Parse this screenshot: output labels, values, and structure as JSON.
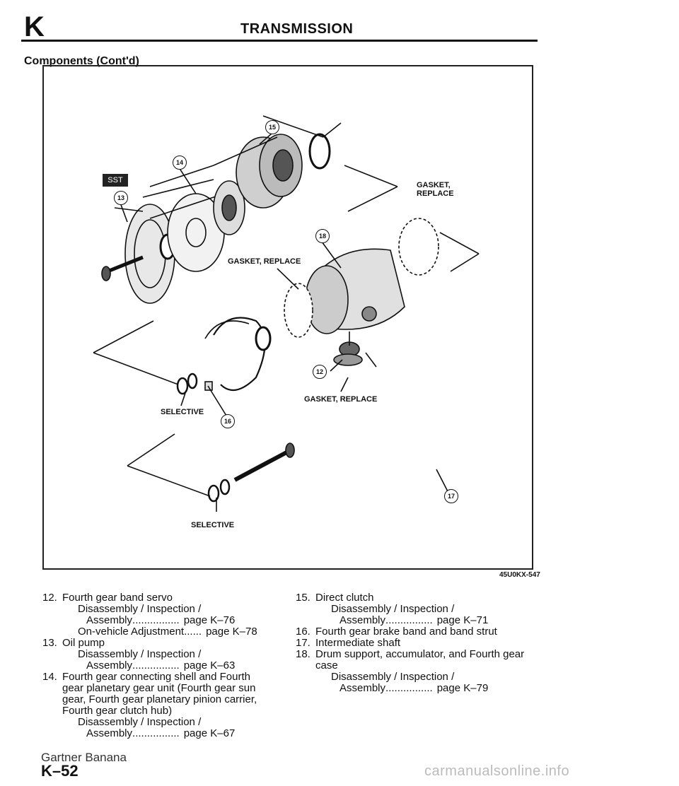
{
  "header": {
    "section_letter": "K",
    "title": "TRANSMISSION"
  },
  "section_title": "Components (Cont'd)",
  "figure": {
    "sst_tag": "SST",
    "code": "45U0KX-547",
    "labels": {
      "gasket_replace_top": "GASKET,\nREPLACE",
      "gasket_replace_mid": "GASKET, REPLACE",
      "gasket_replace_low": "GASKET, REPLACE",
      "selective_1": "SELECTIVE",
      "selective_2": "SELECTIVE"
    },
    "callouts": [
      "12",
      "13",
      "14",
      "15",
      "16",
      "17",
      "18"
    ]
  },
  "items_left": {
    "i12": {
      "num": "12.",
      "title": "Fourth gear band servo",
      "sub1": "Disassembly / Inspection /",
      "ref1_label": "Assembly",
      "ref1_dots": "................",
      "ref1_page": "page K–76",
      "ref2_label": "On-vehicle Adjustment",
      "ref2_dots": "......",
      "ref2_page": "page K–78"
    },
    "i13": {
      "num": "13.",
      "title": "Oil pump",
      "sub1": "Disassembly / Inspection /",
      "ref1_label": "Assembly",
      "ref1_dots": "................",
      "ref1_page": "page K–63"
    },
    "i14": {
      "num": "14.",
      "title": "Fourth gear connecting shell and Fourth",
      "cont1": "gear planetary gear unit (Fourth gear sun",
      "cont2": "gear, Fourth gear planetary pinion carrier,",
      "cont3": "Fourth gear clutch hub)",
      "sub1": "Disassembly / Inspection /",
      "ref1_label": "Assembly",
      "ref1_dots": "................",
      "ref1_page": "page K–67"
    }
  },
  "items_right": {
    "i15": {
      "num": "15.",
      "title": "Direct clutch",
      "sub1": "Disassembly / Inspection /",
      "ref1_label": "Assembly",
      "ref1_dots": "................",
      "ref1_page": "page K–71"
    },
    "i16": {
      "num": "16.",
      "title": "Fourth gear brake band and band strut"
    },
    "i17": {
      "num": "17.",
      "title": "Intermediate shaft"
    },
    "i18": {
      "num": "18.",
      "title": "Drum support, accumulator, and Fourth gear",
      "cont1": "case",
      "sub1": "Disassembly / Inspection /",
      "ref1_label": "Assembly",
      "ref1_dots": "................",
      "ref1_page": "page K–79"
    }
  },
  "footer": {
    "watermark": "Gartner Banana",
    "page_number": "K–52",
    "site_mark": "carmanualsonline.info"
  },
  "colors": {
    "ink": "#111111",
    "watermark_site": "#bbbbbb"
  }
}
